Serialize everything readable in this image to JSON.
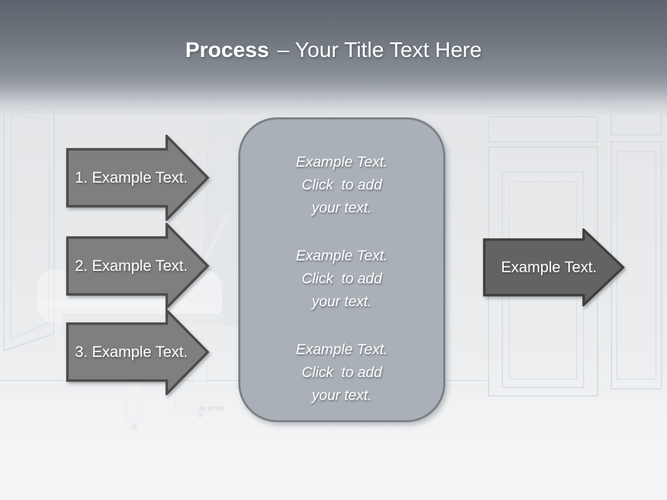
{
  "title": {
    "keyword": "Process",
    "rest": "– Your Title Text Here"
  },
  "left_arrows": [
    {
      "label": "1. Example Text."
    },
    {
      "label": "2. Example Text."
    },
    {
      "label": "3. Example Text."
    }
  ],
  "center_box": {
    "blocks": [
      {
        "lines": [
          "Example Text.",
          "Click  to add",
          "your text."
        ]
      },
      {
        "lines": [
          "Example Text.",
          "Click  to add",
          "your text."
        ]
      },
      {
        "lines": [
          "Example Text.",
          "Click  to add",
          "your text."
        ]
      }
    ]
  },
  "right_arrow": {
    "label": "Example Text."
  },
  "colors": {
    "header_top": "#5d646d",
    "header_mid": "#8b9198",
    "left_arrow_fill": "#7f7f7f",
    "left_arrow_stroke": "#4a4a4a",
    "right_arrow_fill": "#636363",
    "right_arrow_stroke": "#3e3e3e",
    "panel_fill": "#aab0b7",
    "panel_stroke": "#7b8187",
    "text_color": "#ffffff"
  }
}
